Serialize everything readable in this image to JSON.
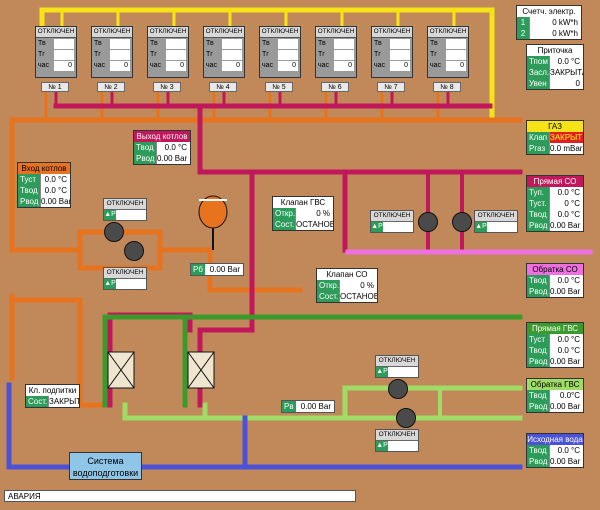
{
  "boilers": [
    {
      "status": "ОТКЛЮЧЕН",
      "tv_label": "Тв",
      "tg_label": "Тг",
      "hours_label": "час",
      "hours": "0",
      "number": "№ 1"
    },
    {
      "status": "ОТКЛЮЧЕН",
      "tv_label": "Тв",
      "tg_label": "Тг",
      "hours_label": "час",
      "hours": "0",
      "number": "№ 2"
    },
    {
      "status": "ОТКЛЮЧЕН",
      "tv_label": "Тв",
      "tg_label": "Тг",
      "hours_label": "час",
      "hours": "0",
      "number": "№ 3"
    },
    {
      "status": "ОТКЛЮЧЕН",
      "tv_label": "Тв",
      "tg_label": "Тг",
      "hours_label": "час",
      "hours": "0",
      "number": "№ 4"
    },
    {
      "status": "ОТКЛЮЧЕН",
      "tv_label": "Тв",
      "tg_label": "Тг",
      "hours_label": "час",
      "hours": "0",
      "number": "№ 5"
    },
    {
      "status": "ОТКЛЮЧЕН",
      "tv_label": "Тв",
      "tg_label": "Тг",
      "hours_label": "час",
      "hours": "0",
      "number": "№ 6"
    },
    {
      "status": "ОТКЛЮЧЕН",
      "tv_label": "Тв",
      "tg_label": "Тг",
      "hours_label": "час",
      "hours": "0",
      "number": "№ 7"
    },
    {
      "status": "ОТКЛЮЧЕН",
      "tv_label": "Тв",
      "tg_label": "Тг",
      "hours_label": "час",
      "hours": "0",
      "number": "№ 8"
    }
  ],
  "meter": {
    "title": "Счетч. электр.",
    "r1_label": "1",
    "r1_value": "0 kW*h",
    "r2_label": "2",
    "r2_value": "0 kW*h"
  },
  "supply": {
    "title": "Приточка",
    "t_label": "Тпом",
    "t_value": "0.0 °C",
    "z_label": "Засл.",
    "z_value": "ЗАКРЫТА",
    "v_label": "Увен",
    "v_value": "0"
  },
  "gas": {
    "title": "ГАЗ",
    "k_label": "Клап",
    "k_value": "ЗАКРЫТ",
    "p_label": "Pгаз",
    "p_value": "0.0 mBar"
  },
  "outlet": {
    "title": "Выход котлов",
    "t_label": "Твод",
    "t_value": "0.0 °C",
    "p_label": "Pвод",
    "p_value": "0.00 Bar"
  },
  "inlet": {
    "title": "Вход котлов",
    "s_label": "Туст",
    "s_value": "0.0 °C",
    "t_label": "Твод",
    "t_value": "0.0 °C",
    "p_label": "Pвод",
    "p_value": "0.00 Bar"
  },
  "dhw_valve": {
    "title": "Клапан ГВС",
    "o_label": "Откр.",
    "o_value": "0 %",
    "s_label": "Сост.",
    "s_value": "ОСТАНОВ"
  },
  "co_valve": {
    "title": "Клапан СО",
    "o_label": "Откр.",
    "o_value": "0 %",
    "s_label": "Сост.",
    "s_value": "ОСТАНОВ"
  },
  "direct_co": {
    "title": "Прямая СО",
    "a_label": "Туп.",
    "a_value": "0.0 °C",
    "b_label": "Туст.",
    "b_value": "0 °C",
    "c_label": "Твод",
    "c_value": "0.0 °C",
    "d_label": "Pвод",
    "d_value": "0.00 Bar"
  },
  "return_co": {
    "title": "Обратка СО",
    "t_label": "Твод",
    "t_value": "0.0 °C",
    "p_label": "Pвод",
    "p_value": "0.00 Bar"
  },
  "direct_dhw": {
    "title": "Прямая ГВС",
    "a_label": "Туст",
    "a_value": "0.0 °C",
    "b_label": "Твод",
    "b_value": "0.0 °C",
    "c_label": "Pвод",
    "c_value": "0.00 Bar"
  },
  "return_dhw": {
    "title": "Обратка ГВС",
    "t_label": "Твод",
    "t_value": "0.0°C",
    "p_label": "Pвод",
    "p_value": "0.00 Bar"
  },
  "source_water": {
    "title": "Исходная вода",
    "t_label": "Твод",
    "t_value": "0.0 °C",
    "p_label": "Pвод",
    "p_value": "0.00 Bar"
  },
  "makeup": {
    "title": "Кл. подпитки",
    "s_label": "Сост.",
    "s_value": "ЗАКРЫТ"
  },
  "water_treat": {
    "line1": "Система",
    "line2": "водоподготовки"
  },
  "pumps": {
    "status": "ОТКЛЮЧЕН",
    "p_label": "▲P"
  },
  "pressure_tank": {
    "label": "Pб",
    "value": "0.00 Bar"
  },
  "pressure_dhw": {
    "label": "Pв",
    "value": "0.00 Bar"
  },
  "alarm": {
    "label": "АВАРИЯ"
  },
  "colors": {
    "background": "#c1895a",
    "hot_supply": "#c0185a",
    "boiler_return": "#e8731e",
    "gas": "#f5e318",
    "heating_return": "#ee6fe0",
    "dhw_supply": "#3a9a2b",
    "dhw_return": "#9fdc66",
    "cold_water": "#4a52d8",
    "panel_label": "#2d9c5a"
  }
}
